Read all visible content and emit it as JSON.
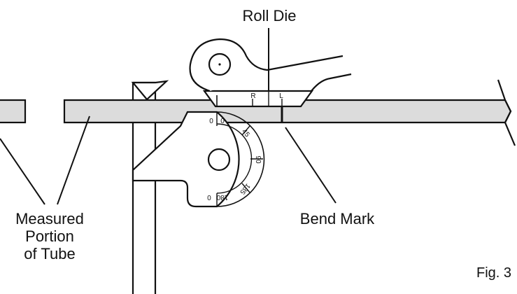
{
  "labels": {
    "roll_die": "Roll Die",
    "bend_mark": "Bend Mark",
    "measured_line1": "Measured",
    "measured_line2": "Portion",
    "measured_line3": "of Tube",
    "fig": "Fig. 3"
  },
  "die_marks": {
    "right": "R",
    "left": "L"
  },
  "degree_scale": [
    "0",
    "0",
    "45",
    "90",
    "135",
    "180",
    "0"
  ],
  "colors": {
    "tube_fill": "#dcdcdc",
    "stroke": "#111111",
    "background": "#ffffff"
  }
}
